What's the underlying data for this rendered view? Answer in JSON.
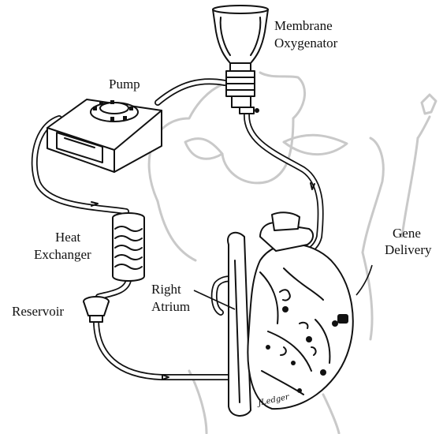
{
  "labels": {
    "membrane_oxygenator": [
      "Membrane",
      "Oxygenator"
    ],
    "pump": "Pump",
    "heat_exchanger": [
      "Heat",
      "Exchanger"
    ],
    "reservoir": "Reservoir",
    "right_atrium": [
      "Right",
      "Atrium"
    ],
    "gene_delivery": [
      "Gene",
      "Delivery"
    ]
  },
  "signature": "JLedger",
  "colors": {
    "ink": "#111111",
    "ghost_outline": "#c9c9c9",
    "background": "#ffffff"
  }
}
